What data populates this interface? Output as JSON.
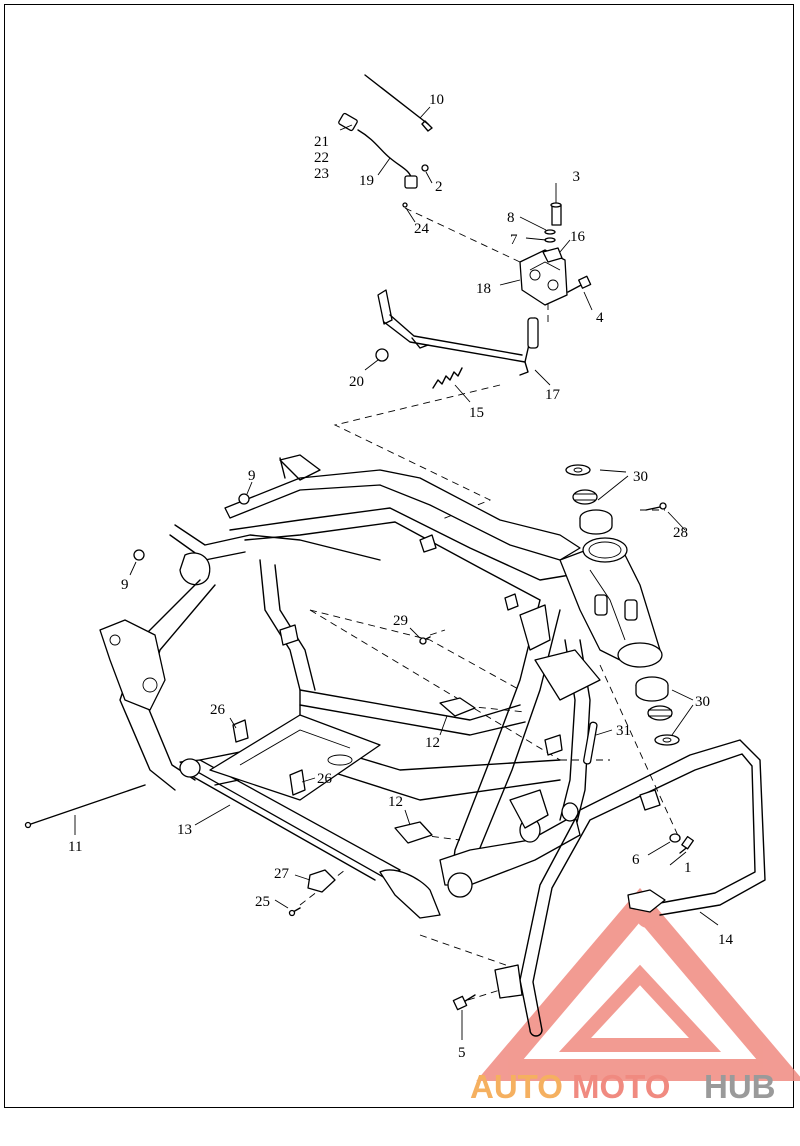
{
  "callouts": [
    {
      "label": "1"
    },
    {
      "label": "2"
    },
    {
      "label": "3"
    },
    {
      "label": "4"
    },
    {
      "label": "5"
    },
    {
      "label": "6"
    },
    {
      "label": "7"
    },
    {
      "label": "8"
    },
    {
      "label": "9"
    },
    {
      "label": "9"
    },
    {
      "label": "10"
    },
    {
      "label": "11"
    },
    {
      "label": "12"
    },
    {
      "label": "12"
    },
    {
      "label": "13"
    },
    {
      "label": "14"
    },
    {
      "label": "15"
    },
    {
      "label": "16"
    },
    {
      "label": "17"
    },
    {
      "label": "18"
    },
    {
      "label": "19"
    },
    {
      "label": "20"
    },
    {
      "label": "21"
    },
    {
      "label": "22"
    },
    {
      "label": "23"
    },
    {
      "label": "24"
    },
    {
      "label": "25"
    },
    {
      "label": "26"
    },
    {
      "label": "26"
    },
    {
      "label": "27"
    },
    {
      "label": "28"
    },
    {
      "label": "29"
    },
    {
      "label": "30"
    },
    {
      "label": "30"
    },
    {
      "label": "31"
    }
  ],
  "watermark": {
    "part1": "AUTO",
    "part2": "MOTO",
    "part3": "HUB",
    "color_primary": "#f08a80",
    "color_secondary": "#f5b060",
    "color_tertiary": "#9a9a9a"
  }
}
